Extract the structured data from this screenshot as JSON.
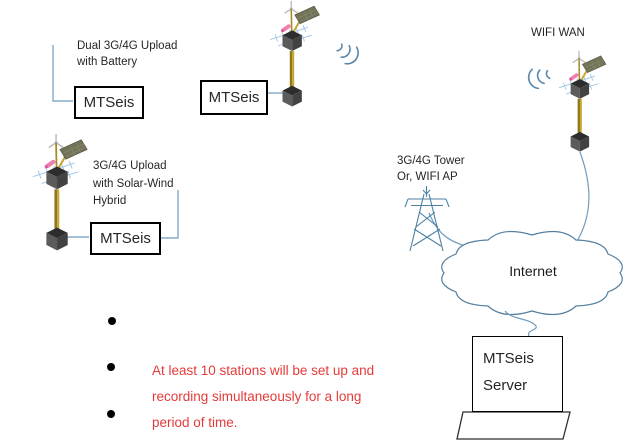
{
  "colors": {
    "connector_line": "#6f9cbf",
    "cloud_outline": "#55809f",
    "note_text": "#e63a3a"
  },
  "labels": {
    "dual_upload": "Dual 3G/4G Upload\nwith Battery",
    "solar_wind": "3G/4G Upload\nwith Solar-Wind\nHybrid",
    "wifi_wan": "WIFI WAN",
    "tower": "3G/4G Tower\nOr, WIFI AP",
    "internet": "Internet"
  },
  "boxes": {
    "station_box_battery": "MTSeis",
    "station_box_top": "MTSeis",
    "station_box_hybrid": "MTSeis",
    "server": "MTSeis\nServer"
  },
  "note": {
    "text": "At least 10 stations will be set up and\nrecording simultaneously for a long\nperiod of time."
  }
}
